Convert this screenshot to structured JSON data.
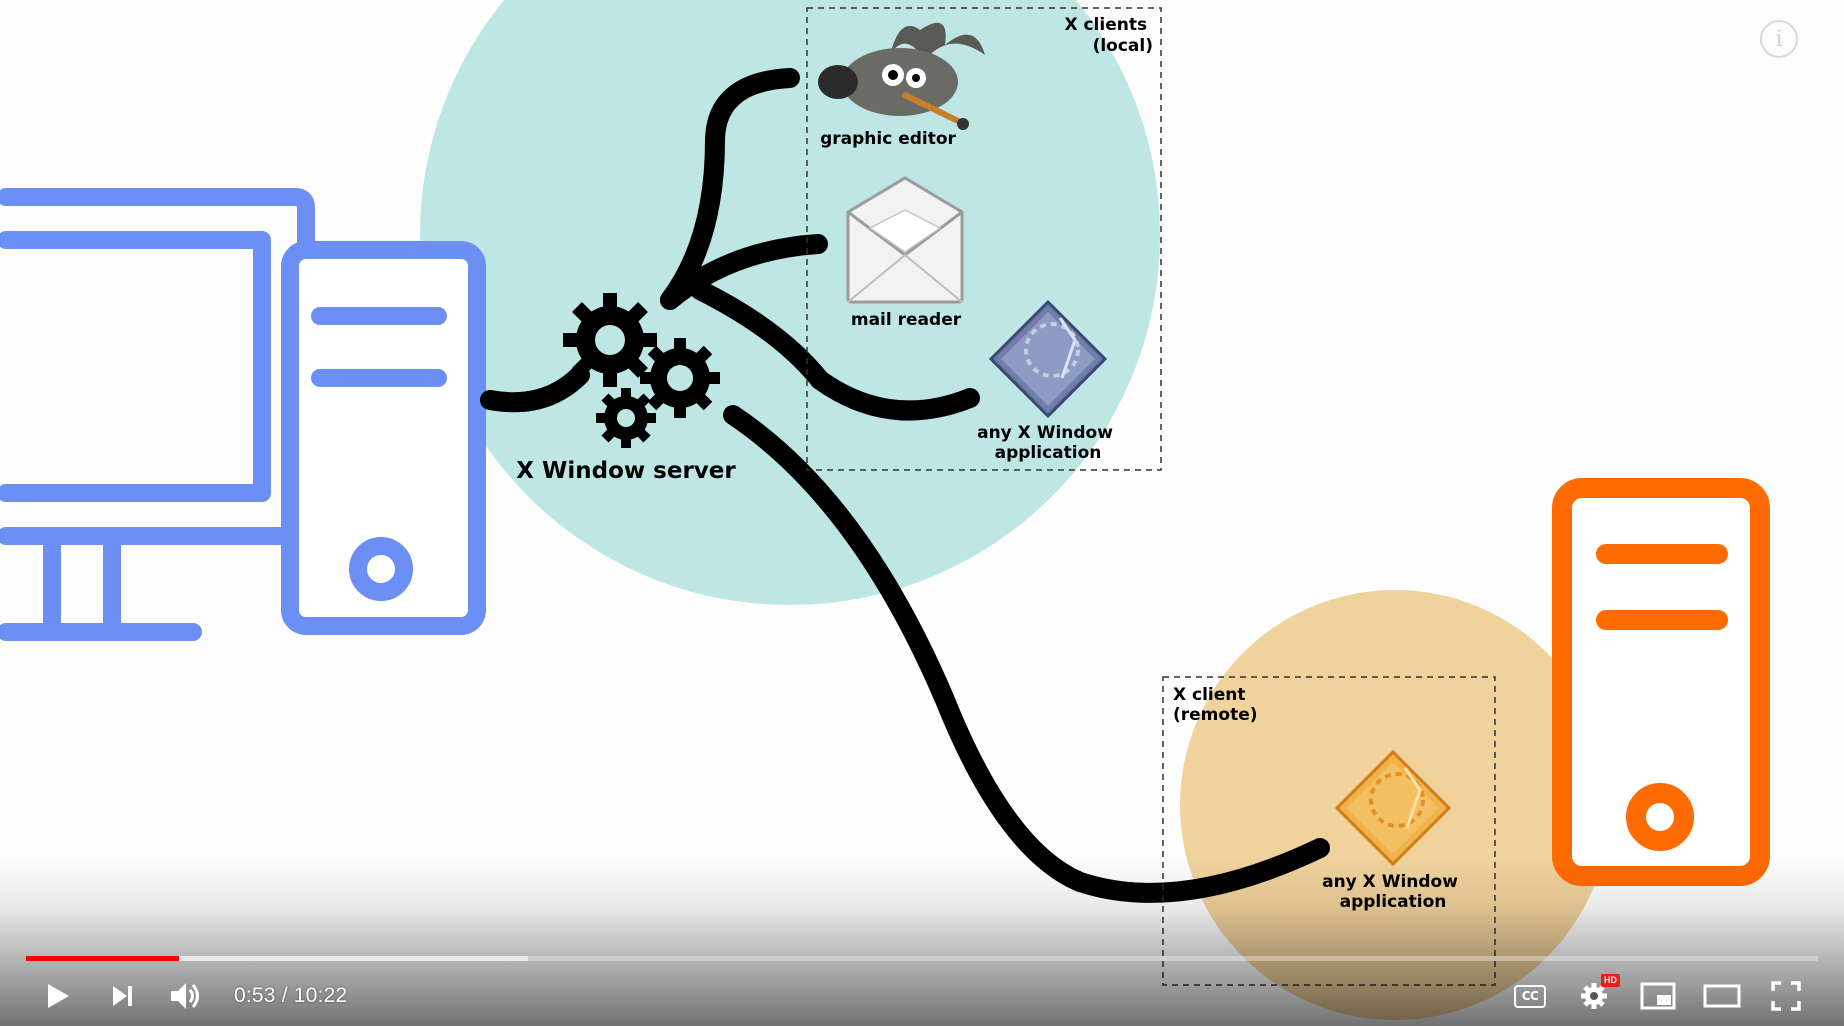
{
  "diagram": {
    "server_label": "X Window server",
    "local_group_label": "X clients\n(local)",
    "remote_group_label": "X client\n(remote)",
    "local_apps": [
      {
        "label": "graphic editor"
      },
      {
        "label": "mail reader"
      },
      {
        "label": "any X Window\napplication"
      }
    ],
    "remote_app": {
      "label": "any X Window\napplication"
    },
    "colors": {
      "local_circle": "#bde6e5",
      "remote_circle": "#f0d29c",
      "computer": "#6b8ff5",
      "remote_server": "#ff6b00",
      "wire": "#000000"
    }
  },
  "player": {
    "time_display": "0:53 / 10:22",
    "current_time": "0:53",
    "duration": "10:22",
    "played_fraction": 0.0853,
    "buffered_fraction": 0.28,
    "controls": {
      "play_icon": "play-icon",
      "next_icon": "next-icon",
      "volume_icon": "volume-icon",
      "cc_label": "CC",
      "hd_label": "HD",
      "settings_icon": "gear-icon",
      "miniplayer_icon": "miniplayer-icon",
      "theater_icon": "theater-icon",
      "fullscreen_icon": "fullscreen-icon",
      "info_icon": "info-icon",
      "info_glyph": "i"
    }
  }
}
